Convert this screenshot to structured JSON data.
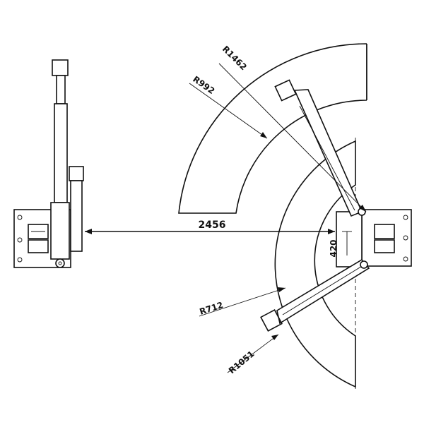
{
  "diagram": {
    "dimensions": {
      "span_width": "2456",
      "arm_offset": "420",
      "outer_radius_long_arm": "R1462",
      "inner_radius_long_arm": "R992",
      "inner_radius_short_arm": "R712",
      "outer_radius_short_arm": "R1051"
    },
    "colors": {
      "line": "#111111",
      "background": "#ffffff"
    }
  }
}
